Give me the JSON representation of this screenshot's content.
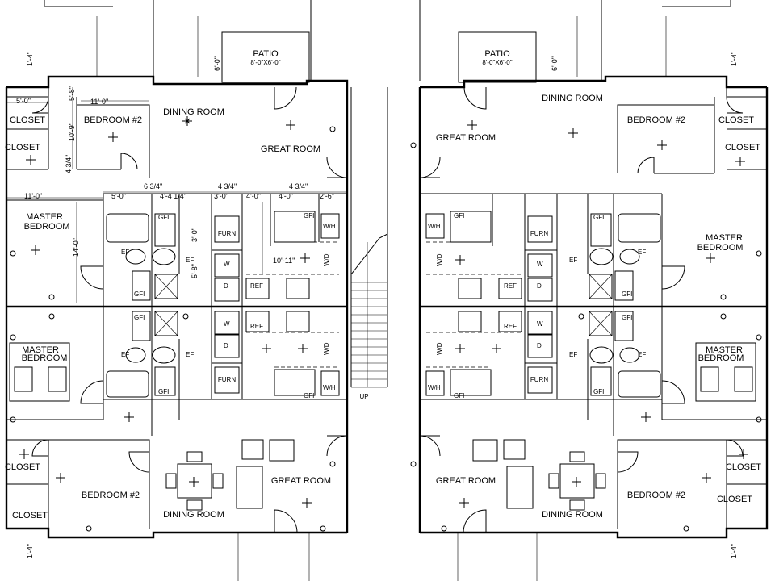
{
  "plan": {
    "patio_top_left": {
      "name": "PATIO",
      "size": "8'-0\"X6'-0\""
    },
    "patio_top_right": {
      "name": "PATIO",
      "size": "8'-0\"X6'-0\""
    },
    "rooms": {
      "dining_tl": "DINING ROOM",
      "great_tl": "GREAT ROOM",
      "bed2_tl": "BEDROOM #2",
      "closet_tl_1": "CLOSET",
      "closet_tl_2": "CLOSET",
      "master_tl_1": "MASTER",
      "master_tl_2": "BEDROOM",
      "furn_tl": "FURN",
      "ref_tl": "REF",
      "great_tr": "GREAT ROOM",
      "dining_tr": "DINING ROOM",
      "bed2_tr": "BEDROOM #2",
      "closet_tr_1": "CLOSET",
      "closet_tr_2": "CLOSET",
      "master_tr_1": "MASTER",
      "master_tr_2": "BEDROOM",
      "furn_tr": "FURN",
      "ref_tr": "REF",
      "master_bl_1": "MASTER",
      "master_bl_2": "BEDROOM",
      "closet_bl_1": "CLOSET",
      "closet_bl_2": "CLOSET",
      "bed2_bl": "BEDROOM #2",
      "dining_bl": "DINING ROOM",
      "great_bl": "GREAT ROOM",
      "furn_bl": "FURN",
      "ref_bl": "REF",
      "great_br": "GREAT ROOM",
      "dining_br": "DINING ROOM",
      "bed2_br": "BEDROOM #2",
      "closet_br_1": "CLOSET",
      "closet_br_2": "CLOSET",
      "master_br_1": "MASTER",
      "master_br_2": "BEDROOM",
      "furn_br": "FURN",
      "ref_br": "REF"
    },
    "stair_label": "UP",
    "fixture_tags": {
      "gfi": "GFI",
      "ef": "EF",
      "wd": "W/D",
      "wh": "W/H",
      "w": "W",
      "d": "D"
    },
    "dimensions": {
      "d1": "5'-0\"",
      "d2": "11'-0\"",
      "d3": "5'-8\"",
      "d4": "10'-9\"",
      "d5": "4 3/4\"",
      "d6": "11'-0\"",
      "d7": "5'-0\"",
      "d8": "6 3/4\"",
      "d9": "4'-4 1/4\"",
      "d10": "4 3/4\"",
      "d11": "3'-0\"",
      "d12": "4'-0\"",
      "d13": "4 3/4\"",
      "d14": "4'-0\"",
      "d15": "2'-6\"",
      "d16": "14'-0\"",
      "d17": "10'-11\"",
      "d18": "5'-8\"",
      "d19": "3'-0\"",
      "d20": "6'-0\"",
      "d21": "6'-0\"",
      "d22": "1'-4\"",
      "d23": "1'-4\"",
      "d24": "1'-4\"",
      "d25": "1'-4\""
    }
  }
}
